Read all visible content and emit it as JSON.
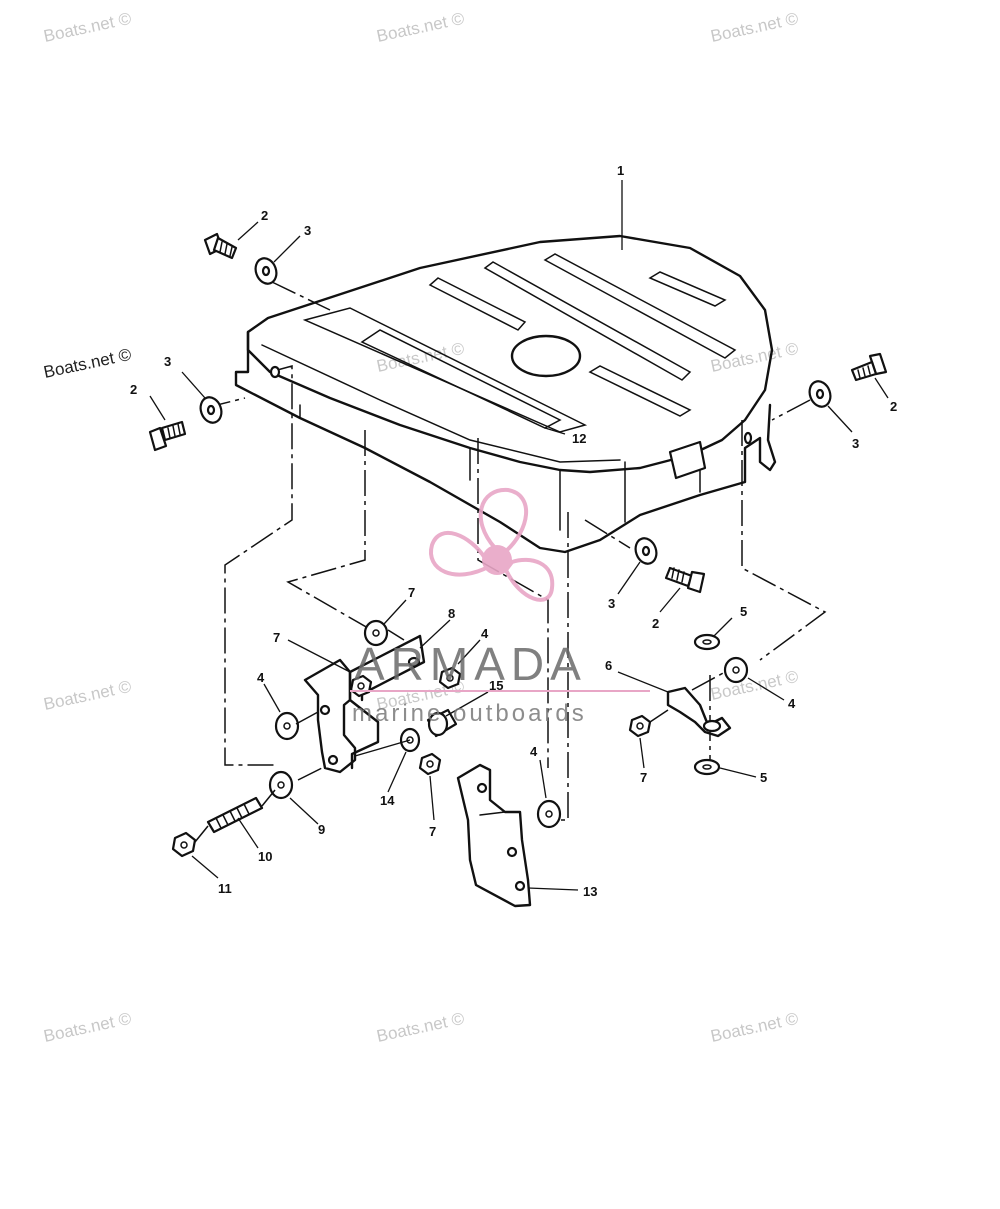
{
  "watermark": {
    "site_text": "Boats.net ©",
    "brand_name": "ARMADA",
    "brand_tagline": "marine outboards",
    "brand_color": "#e8a6c6"
  },
  "callouts": {
    "c1": "1",
    "c2": "2",
    "c3": "3",
    "c4": "4",
    "c5": "5",
    "c6": "6",
    "c7": "7",
    "c8": "8",
    "c9": "9",
    "c10": "10",
    "c11": "11",
    "c12": "12",
    "c13": "13",
    "c14": "14",
    "c15": "15"
  }
}
